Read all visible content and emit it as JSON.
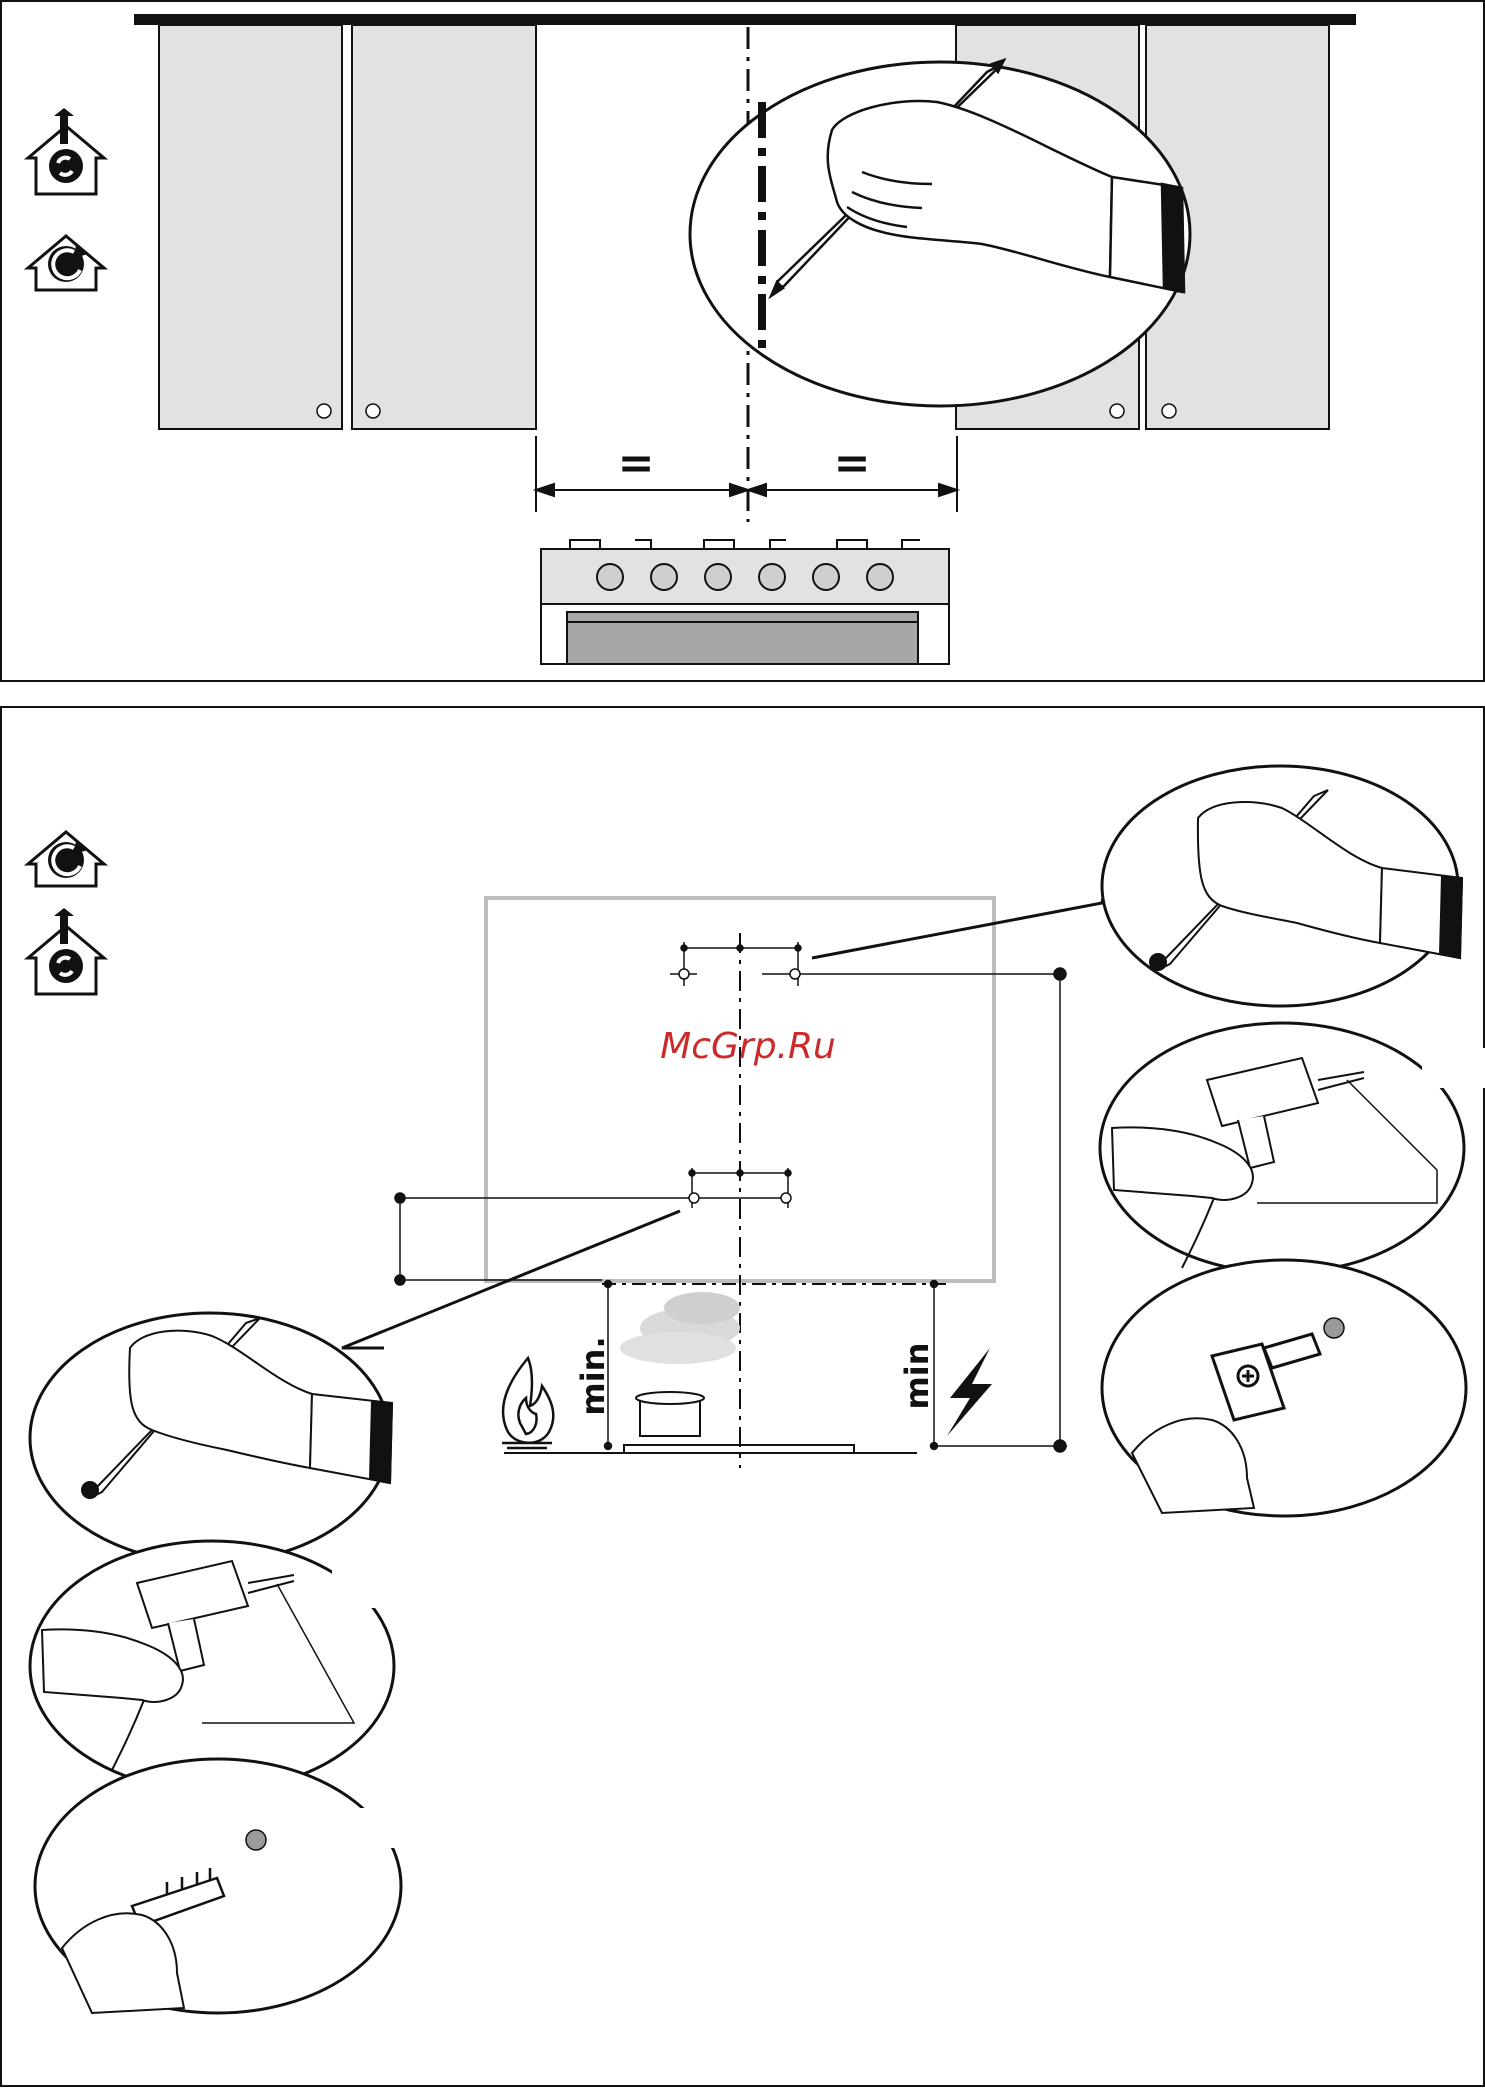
{
  "top_panel": {
    "equal_left": "=",
    "equal_right": "="
  },
  "bottom_panel": {
    "min_gas_label": "min.",
    "min_electric_label": "min",
    "watermark": "McGrp.Ru"
  },
  "colors": {
    "line": "#111111",
    "cabinet_fill": "#e2e2e3",
    "hood_outline": "#bdbdbd",
    "oven_door": "#a7a7aa",
    "watermark": "#cc2a2a"
  },
  "icons": {
    "exhaust_mode": "house-exhaust-fan-icon",
    "recirculation_mode": "house-recirculation-fan-icon",
    "gas_hob": "gas-flame-icon",
    "electric_hob": "lightning-bolt-icon",
    "steam_pot": "steaming-pot-icon"
  }
}
